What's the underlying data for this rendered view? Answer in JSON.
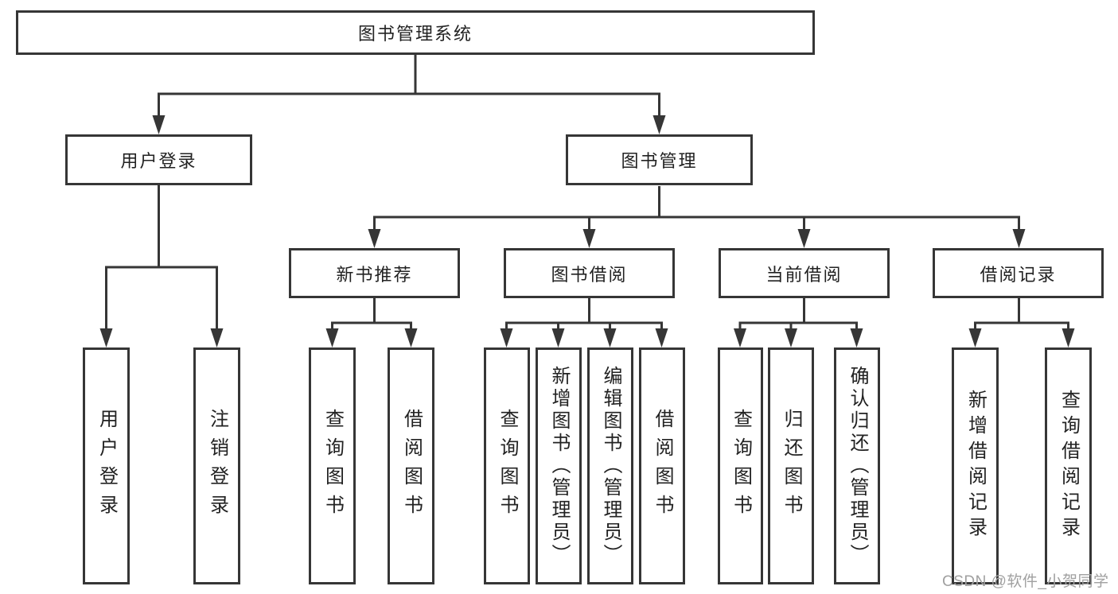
{
  "diagram": {
    "root": {
      "label": "图书管理系统"
    },
    "level2": {
      "user_login": "用户登录",
      "book_management": "图书管理"
    },
    "level3": {
      "new_book_recommend": "新书推荐",
      "book_borrow": "图书借阅",
      "current_borrow": "当前借阅",
      "borrow_records": "借阅记录"
    },
    "leaves": {
      "user_login": "用户登录",
      "logout": "注销登录",
      "recommend_query_book": "查询图书",
      "recommend_borrow_book": "借阅图书",
      "borrow_query_book": "查询图书",
      "borrow_add_book_admin": "新增图书（管理员）",
      "borrow_edit_book_admin": "编辑图书（管理员）",
      "borrow_borrow_book": "借阅图书",
      "current_query_book": "查询图书",
      "current_return_book": "归还图书",
      "current_confirm_return_admin": "确认归还（管理员）",
      "records_add_record": "新增借阅记录",
      "records_query_record": "查询借阅记录"
    }
  },
  "watermark": "CSDN @软件_小贺同学",
  "colors": {
    "line": "#363636",
    "box_border": "#363636",
    "text": "#222222",
    "watermark": "#a0a0a0",
    "background": "#ffffff"
  }
}
